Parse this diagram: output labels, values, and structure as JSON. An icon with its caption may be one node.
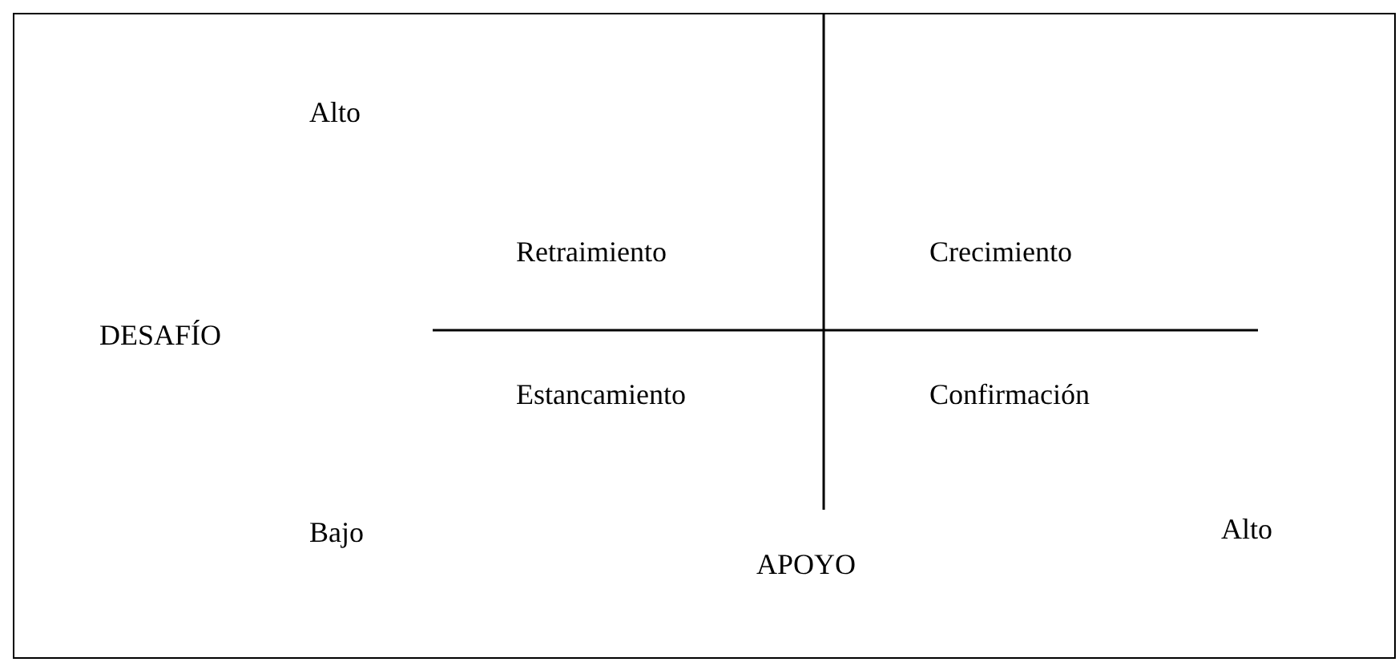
{
  "diagram": {
    "labels": [
      "Alto",
      "Retraimiento",
      "Crecimiento",
      "DESAFÍO",
      "Estancamiento",
      "Confirmación",
      "Bajo",
      "APOYO",
      "Alto"
    ]
  }
}
